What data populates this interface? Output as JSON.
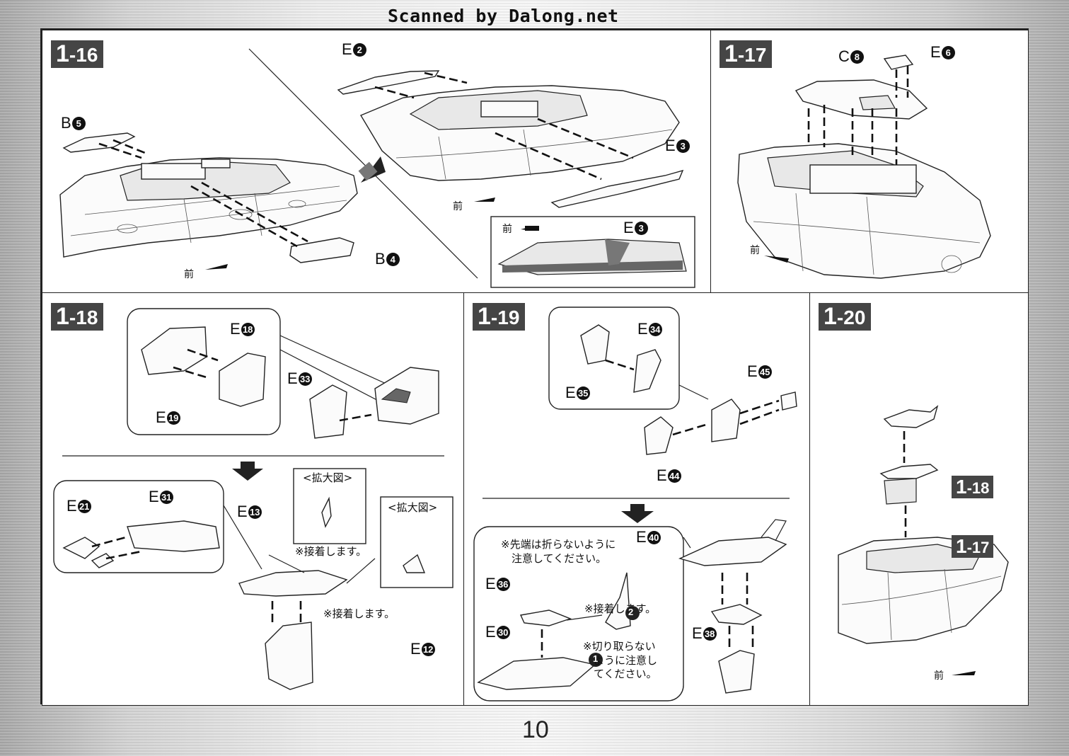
{
  "header": {
    "scan_credit": "Scanned by Dalong.net"
  },
  "page_number": "10",
  "front_label": "前",
  "panels": [
    {
      "step_main": "1",
      "step_sub": "-16",
      "parts": [
        {
          "l": "E",
          "n": "2"
        },
        {
          "l": "B",
          "n": "5"
        },
        {
          "l": "E",
          "n": "3"
        },
        {
          "l": "B",
          "n": "4"
        },
        {
          "l": "E",
          "n": "3"
        }
      ]
    },
    {
      "step_main": "1",
      "step_sub": "-17",
      "parts": [
        {
          "l": "C",
          "n": "8"
        },
        {
          "l": "E",
          "n": "6"
        }
      ]
    },
    {
      "step_main": "1",
      "step_sub": "-18",
      "parts": [
        {
          "l": "E",
          "n": "18"
        },
        {
          "l": "E",
          "n": "33"
        },
        {
          "l": "E",
          "n": "19"
        },
        {
          "l": "E",
          "n": "21"
        },
        {
          "l": "E",
          "n": "31"
        },
        {
          "l": "E",
          "n": "13"
        },
        {
          "l": "E",
          "n": "12"
        }
      ],
      "callout_title": "<拡大図>",
      "glue_note": "※接着します。"
    },
    {
      "step_main": "1",
      "step_sub": "-19",
      "parts": [
        {
          "l": "E",
          "n": "34"
        },
        {
          "l": "E",
          "n": "45"
        },
        {
          "l": "E",
          "n": "35"
        },
        {
          "l": "E",
          "n": "44"
        },
        {
          "l": "E",
          "n": "40"
        },
        {
          "l": "E",
          "n": "36"
        },
        {
          "l": "E",
          "n": "30"
        },
        {
          "l": "E",
          "n": "38"
        }
      ],
      "note_tip": "※先端は折らないように\n　注意してください。",
      "glue_note": "※接着します。",
      "note_cut": "※切り取らない\n　ように注意し\n　てください。",
      "order_marks": [
        "2",
        "1"
      ]
    },
    {
      "step_main": "1",
      "step_sub": "-20",
      "refs": [
        {
          "main": "1",
          "sub": "-18"
        },
        {
          "main": "1",
          "sub": "-17"
        }
      ]
    }
  ]
}
